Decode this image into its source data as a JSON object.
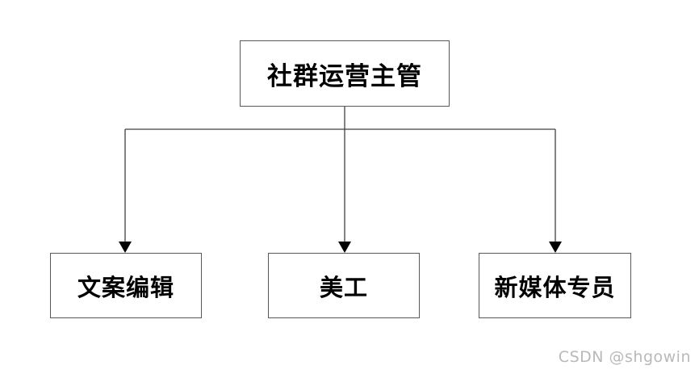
{
  "diagram": {
    "title": "org-chart",
    "root": {
      "label": "社群运营主管"
    },
    "children": [
      {
        "label": "文案编辑"
      },
      {
        "label": "美工"
      },
      {
        "label": "新媒体专员"
      }
    ]
  },
  "watermark": {
    "text": "CSDN @shgowin"
  },
  "colors": {
    "background": "#ffffff",
    "box_border": "#595959",
    "line": "#404040",
    "arrowhead": "#000000",
    "text": "#000000",
    "watermark": "#b9b9b9"
  }
}
